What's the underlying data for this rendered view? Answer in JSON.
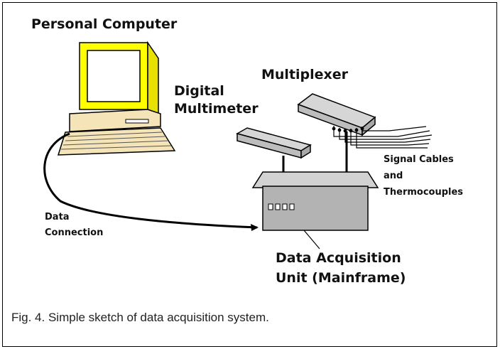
{
  "labels": {
    "pc": "Personal Computer",
    "dmm_line1": "Digital",
    "dmm_line2": "Multimeter",
    "mux": "Multiplexer",
    "signal_line1": "Signal Cables",
    "signal_line2": "and",
    "signal_line3": "Thermocouples",
    "conn_line1": "Data",
    "conn_line2": "Connection",
    "daq_line1": "Data Acquisition",
    "daq_line2": "Unit (Mainframe)"
  },
  "caption": "Fig. 4. Simple sketch of data acquisition system.",
  "colors": {
    "monitor": "#ffff00",
    "device_top": "#d3d3d3",
    "device_front": "#b3b3b3",
    "pc_body": "#f3e3b7",
    "ink": "#000000"
  }
}
